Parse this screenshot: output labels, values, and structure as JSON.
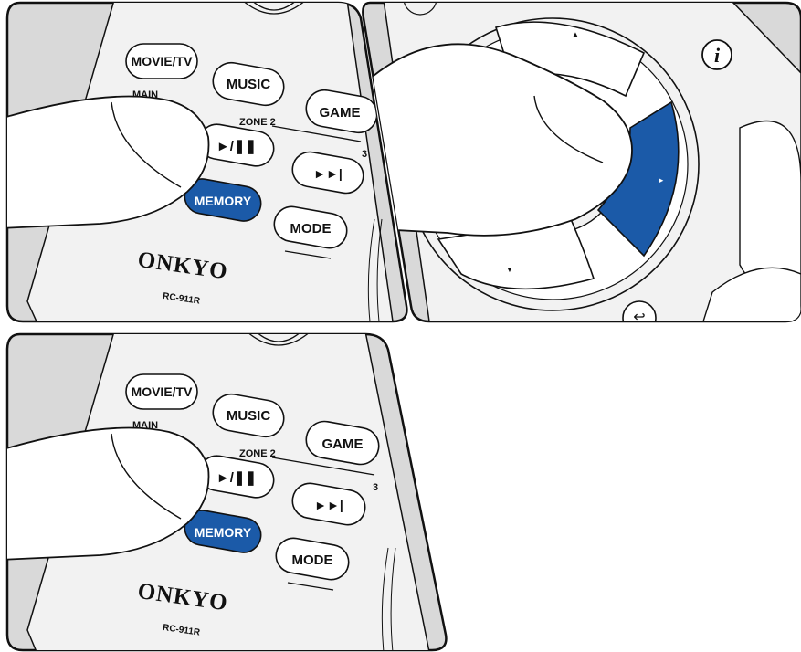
{
  "remote": {
    "buttons": {
      "movie_tv": "MOVIE/TV",
      "music": "MUSIC",
      "game": "GAME",
      "play_pause": "►/❚❚",
      "next": "►►|",
      "memory": "MEMORY",
      "mode": "MODE"
    },
    "labels": {
      "main": "MAIN",
      "zone2": "ZONE 2",
      "zone3": "3"
    },
    "brand": "ONKYO",
    "model": "RC-911R"
  },
  "cursor_pad": {
    "info_symbol": "i",
    "up_arrow": "▲",
    "right_arrow": "►",
    "down_arrow": "▼",
    "return_symbol": "↩"
  },
  "colors": {
    "highlight_blue": "#1b5aa8",
    "outline": "#111111",
    "panel_gray": "#d9d9d9",
    "remote_body": "#f2f2f2",
    "finger_fill": "#ffffff"
  }
}
